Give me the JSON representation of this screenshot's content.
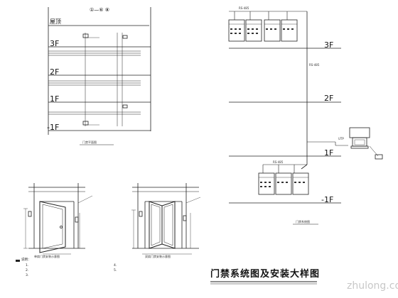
{
  "floors": {
    "roof": "屋顶",
    "f3": "3F",
    "f2": "2F",
    "f1": "1F",
    "b1": "-1F"
  },
  "symbol_note": "①—⑥ ⑧",
  "titles": {
    "main": "门禁系统图及安装大样图",
    "riser": "门禁系统图",
    "door_single": "单扇门禁安装示意图",
    "door_double": "双扇门禁安装示意图",
    "floorplan": "门禁平面图"
  },
  "cable_labels": {
    "rs485": "RS-485",
    "utp": "UTP"
  },
  "notes": {
    "heading": "说明：",
    "lines": [
      "1.",
      "2.",
      "3.",
      "4.",
      "5."
    ]
  },
  "watermark": "zhulong.com"
}
